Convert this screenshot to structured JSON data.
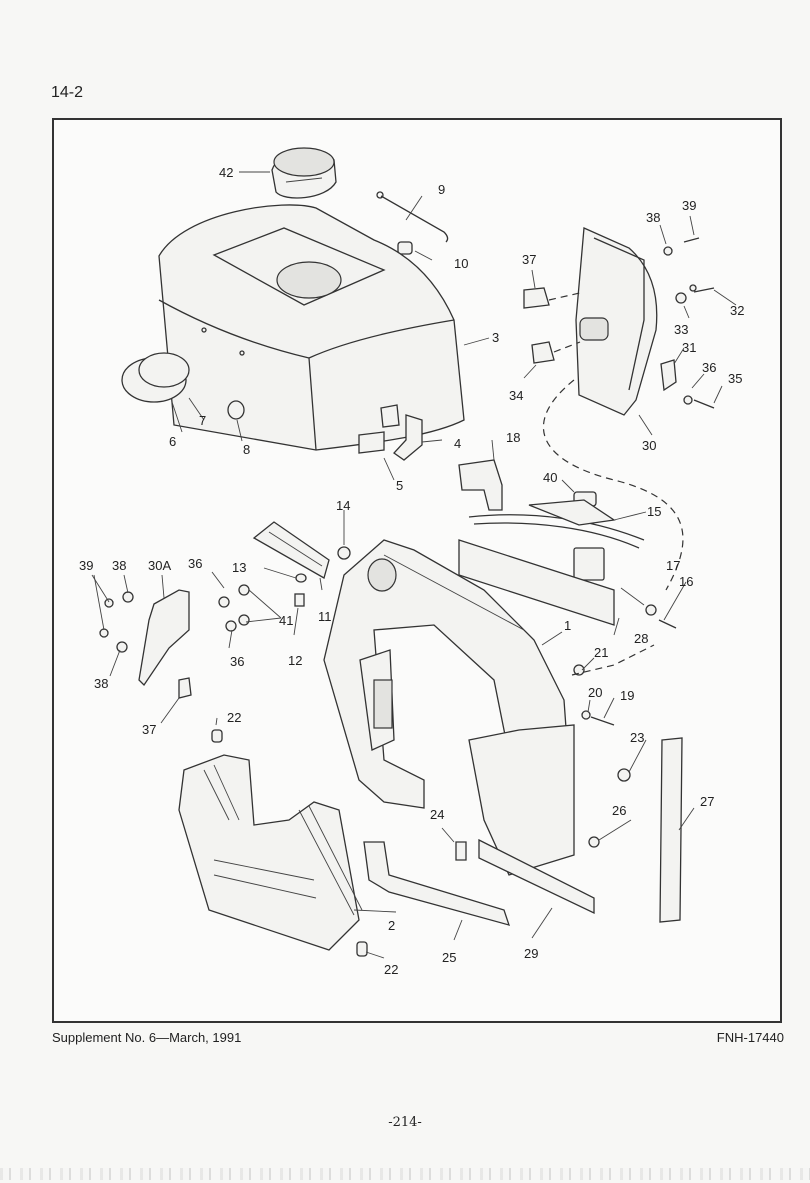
{
  "page": {
    "section_number": "14-2",
    "footer_left": "Supplement  No. 6—March, 1991",
    "footer_right": "FNH-17440",
    "page_number": "-214-"
  },
  "callouts": [
    "42",
    "9",
    "10",
    "37",
    "38",
    "39",
    "32",
    "33",
    "31",
    "36",
    "35",
    "34",
    "30",
    "3",
    "6",
    "7",
    "8",
    "4",
    "5",
    "18",
    "40",
    "15",
    "14",
    "13",
    "11",
    "12",
    "41",
    "36",
    "39",
    "38",
    "30A",
    "36",
    "38",
    "37",
    "1",
    "17",
    "16",
    "28",
    "21",
    "20",
    "19",
    "23",
    "22",
    "24",
    "26",
    "27",
    "2",
    "25",
    "29",
    "22"
  ]
}
